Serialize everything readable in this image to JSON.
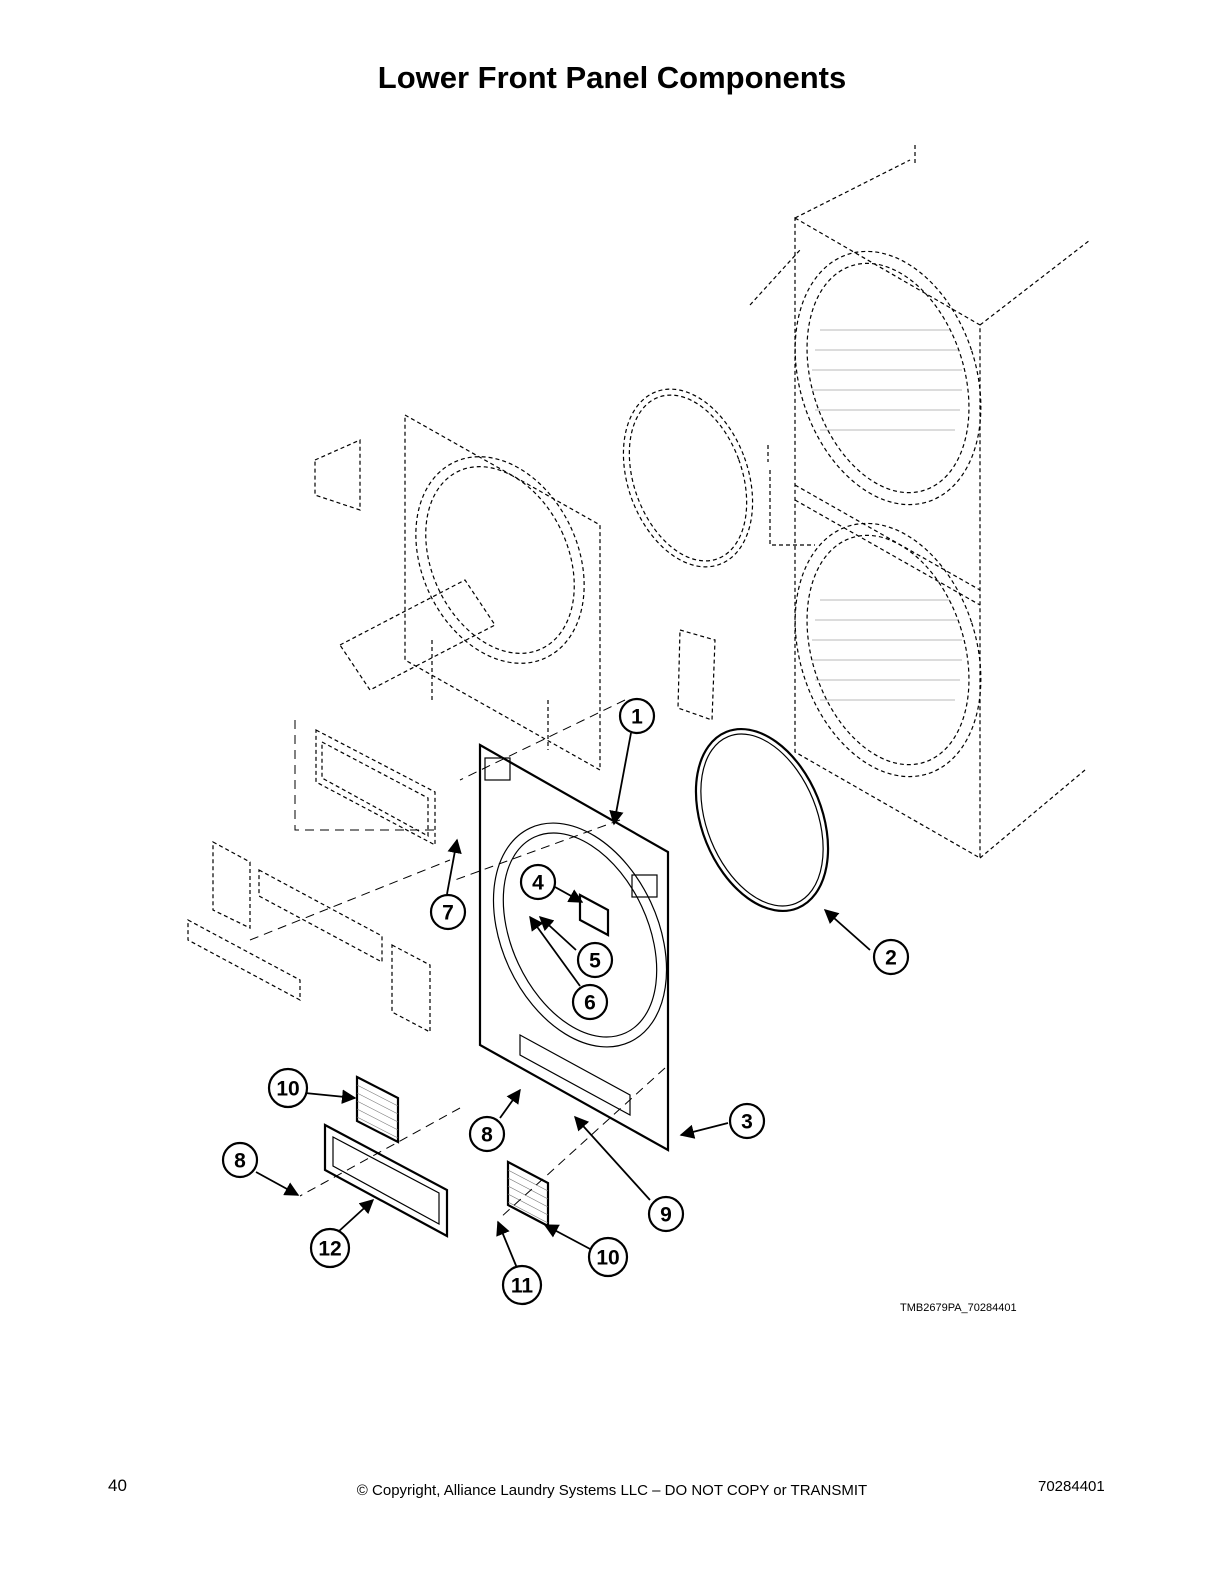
{
  "page_title": "Lower Front Panel Components",
  "callouts": [
    "1",
    "2",
    "3",
    "4",
    "5",
    "6",
    "7",
    "8",
    "8",
    "9",
    "10",
    "10",
    "11",
    "12"
  ],
  "drawing_ref": "TMB2679PA_70284401",
  "footer": {
    "page_number": "40",
    "copyright": "© Copyright, Alliance Laundry Systems LLC – DO NOT COPY or TRANSMIT",
    "document_number": "70284401"
  }
}
